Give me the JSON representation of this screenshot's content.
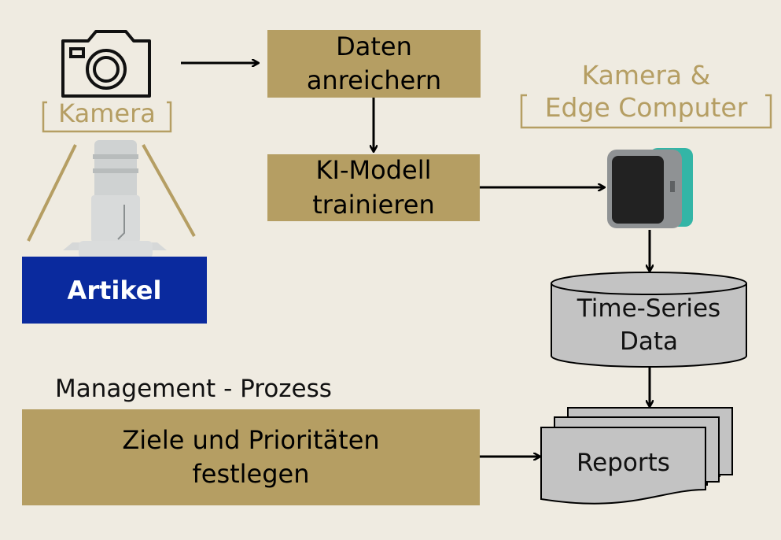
{
  "camera_label": "Kamera",
  "article_label": "Artikel",
  "step_enrich": {
    "line1": "Daten",
    "line2": "anreichern"
  },
  "step_train": {
    "line1": "KI-Modell",
    "line2": "trainieren"
  },
  "edge_label": {
    "line1": "Kamera &",
    "line2": "Edge Computer"
  },
  "database_label": {
    "line1": "Time-Series",
    "line2": "Data"
  },
  "reports_label": "Reports",
  "management_title": "Management - Prozess",
  "step_goals": {
    "line1": "Ziele und Prioritäten",
    "line2": "festlegen"
  },
  "colors": {
    "gold": "#b59e63",
    "article_blue": "#0a2a9e",
    "background": "#efebe1",
    "shape_gray": "#c3c3c3"
  },
  "icons": [
    "camera-icon",
    "edge-camera-device"
  ]
}
